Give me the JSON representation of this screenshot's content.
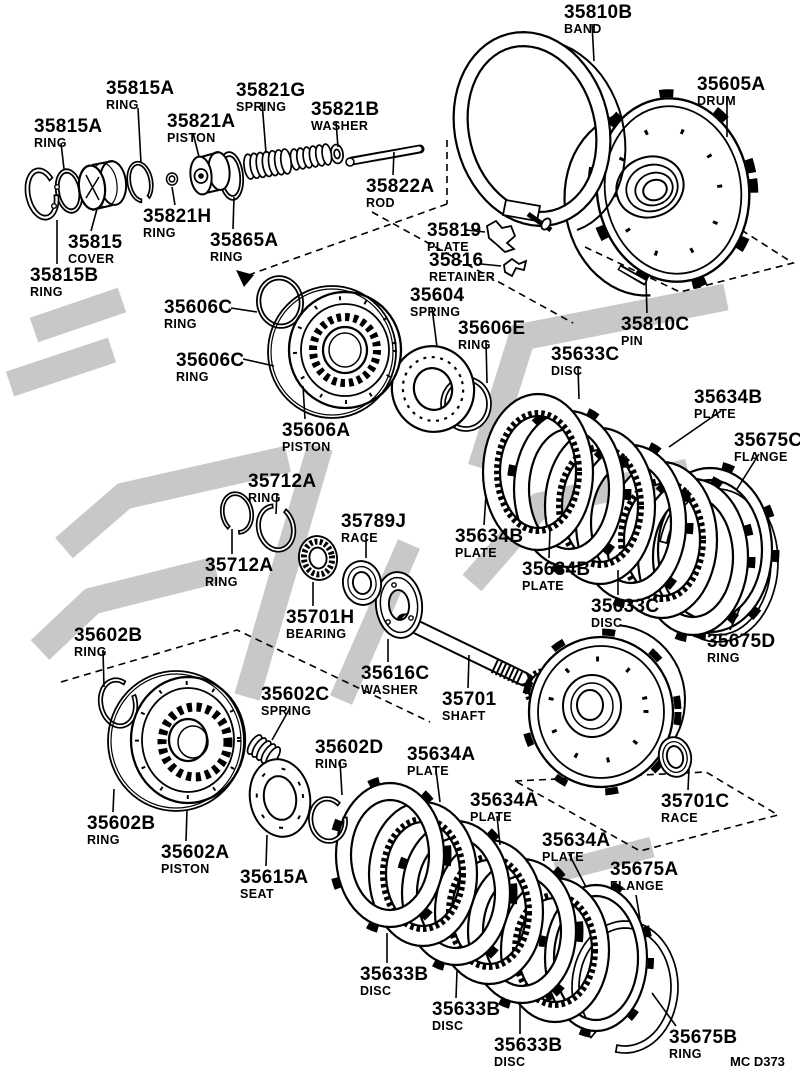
{
  "footer": {
    "code": "MC D373"
  },
  "watermark_color": "#c8c8c8",
  "line_color": "#000000",
  "labels": [
    {
      "num": "35815A",
      "name": "RING"
    },
    {
      "num": "35815A",
      "name": "RING"
    },
    {
      "num": "35821G",
      "name": "SPRING"
    },
    {
      "num": "35821A",
      "name": "PISTON"
    },
    {
      "num": "35821B",
      "name": "WASHER"
    },
    {
      "num": "35822A",
      "name": "ROD"
    },
    {
      "num": "35821H",
      "name": "RING"
    },
    {
      "num": "35815",
      "name": "COVER"
    },
    {
      "num": "35815B",
      "name": "RING"
    },
    {
      "num": "35865A",
      "name": "RING"
    },
    {
      "num": "35810B",
      "name": "BAND"
    },
    {
      "num": "35605A",
      "name": "DRUM"
    },
    {
      "num": "35819",
      "name": "PLATE"
    },
    {
      "num": "35816",
      "name": "RETAINER"
    },
    {
      "num": "35604",
      "name": "SPRING"
    },
    {
      "num": "35606E",
      "name": "RING"
    },
    {
      "num": "35810C",
      "name": "PIN"
    },
    {
      "num": "35633C",
      "name": "DISC"
    },
    {
      "num": "35634B",
      "name": "PLATE"
    },
    {
      "num": "35675C",
      "name": "FLANGE"
    },
    {
      "num": "35606C",
      "name": "RING"
    },
    {
      "num": "35606C",
      "name": "RING"
    },
    {
      "num": "35606A",
      "name": "PISTON"
    },
    {
      "num": "35712A",
      "name": "RING"
    },
    {
      "num": "35712A",
      "name": "RING"
    },
    {
      "num": "35789J",
      "name": "RACE"
    },
    {
      "num": "35701H",
      "name": "BEARING"
    },
    {
      "num": "35616C",
      "name": "WASHER"
    },
    {
      "num": "35701",
      "name": "SHAFT"
    },
    {
      "num": "35602B",
      "name": "RING"
    },
    {
      "num": "35602C",
      "name": "SPRING"
    },
    {
      "num": "35602D",
      "name": "RING"
    },
    {
      "num": "35602B",
      "name": "RING"
    },
    {
      "num": "35602A",
      "name": "PISTON"
    },
    {
      "num": "35615A",
      "name": "SEAT"
    },
    {
      "num": "35634A",
      "name": "PLATE"
    },
    {
      "num": "35634A",
      "name": "PLATE"
    },
    {
      "num": "35634A",
      "name": "PLATE"
    },
    {
      "num": "35701C",
      "name": "RACE"
    },
    {
      "num": "35675A",
      "name": "FLANGE"
    },
    {
      "num": "35633B",
      "name": "DISC"
    },
    {
      "num": "35633B",
      "name": "DISC"
    },
    {
      "num": "35633B",
      "name": "DISC"
    },
    {
      "num": "35675B",
      "name": "RING"
    },
    {
      "num": "35634B",
      "name": "PLATE"
    },
    {
      "num": "35634B",
      "name": "PLATE"
    },
    {
      "num": "35633C",
      "name": "DISC"
    },
    {
      "num": "35675D",
      "name": "RING"
    }
  ]
}
